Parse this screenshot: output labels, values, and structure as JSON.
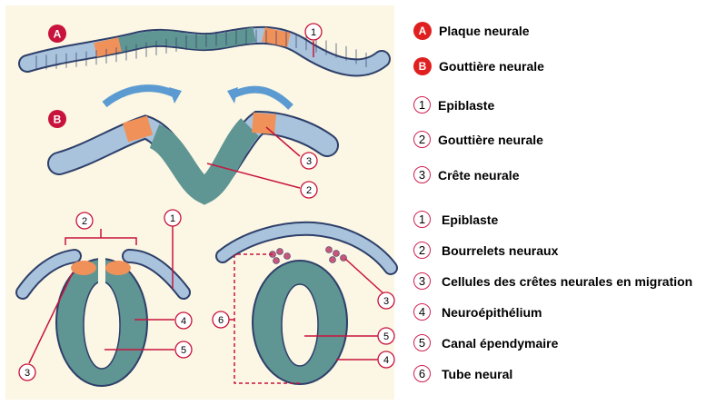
{
  "figure": {
    "panel_letters": {
      "a": "A",
      "b": "B"
    },
    "callouts": {
      "top_1": "1",
      "mid_3": "3",
      "mid_2": "2",
      "bl_2": "2",
      "bl_1": "1",
      "bl_3": "3",
      "bl_4": "4",
      "bl_5": "5",
      "br_6": "6",
      "br_3": "3",
      "br_5": "5",
      "br_4": "4"
    }
  },
  "legend": {
    "stages": [
      {
        "badge": "A",
        "label": "Plaque neurale"
      },
      {
        "badge": "B",
        "label": "Gouttière neurale"
      }
    ],
    "group1": [
      {
        "num": "1",
        "label": "Epiblaste"
      },
      {
        "num": "2",
        "label": "Gouttière neurale"
      },
      {
        "num": "3",
        "label": "Crête neurale"
      }
    ],
    "group2": [
      {
        "num": "1",
        "label": "Epiblaste"
      },
      {
        "num": "2",
        "label": "Bourrelets neuraux"
      },
      {
        "num": "3",
        "label": "Cellules des crêtes neurales en migration"
      },
      {
        "num": "4",
        "label": "Neuroépithélium"
      },
      {
        "num": "5",
        "label": "Canal épendymaire"
      },
      {
        "num": "6",
        "label": "Tube neural"
      }
    ]
  },
  "colors": {
    "panel_bg": "#fcf7e4",
    "cell_blue": "#a9c3dc",
    "cell_teal": "#5f9592",
    "cell_orange": "#f0915a",
    "outline": "#2e3f6a",
    "callout": "#c8143c",
    "arrow": "#5b9bd2",
    "badge_red": "#e02020"
  }
}
